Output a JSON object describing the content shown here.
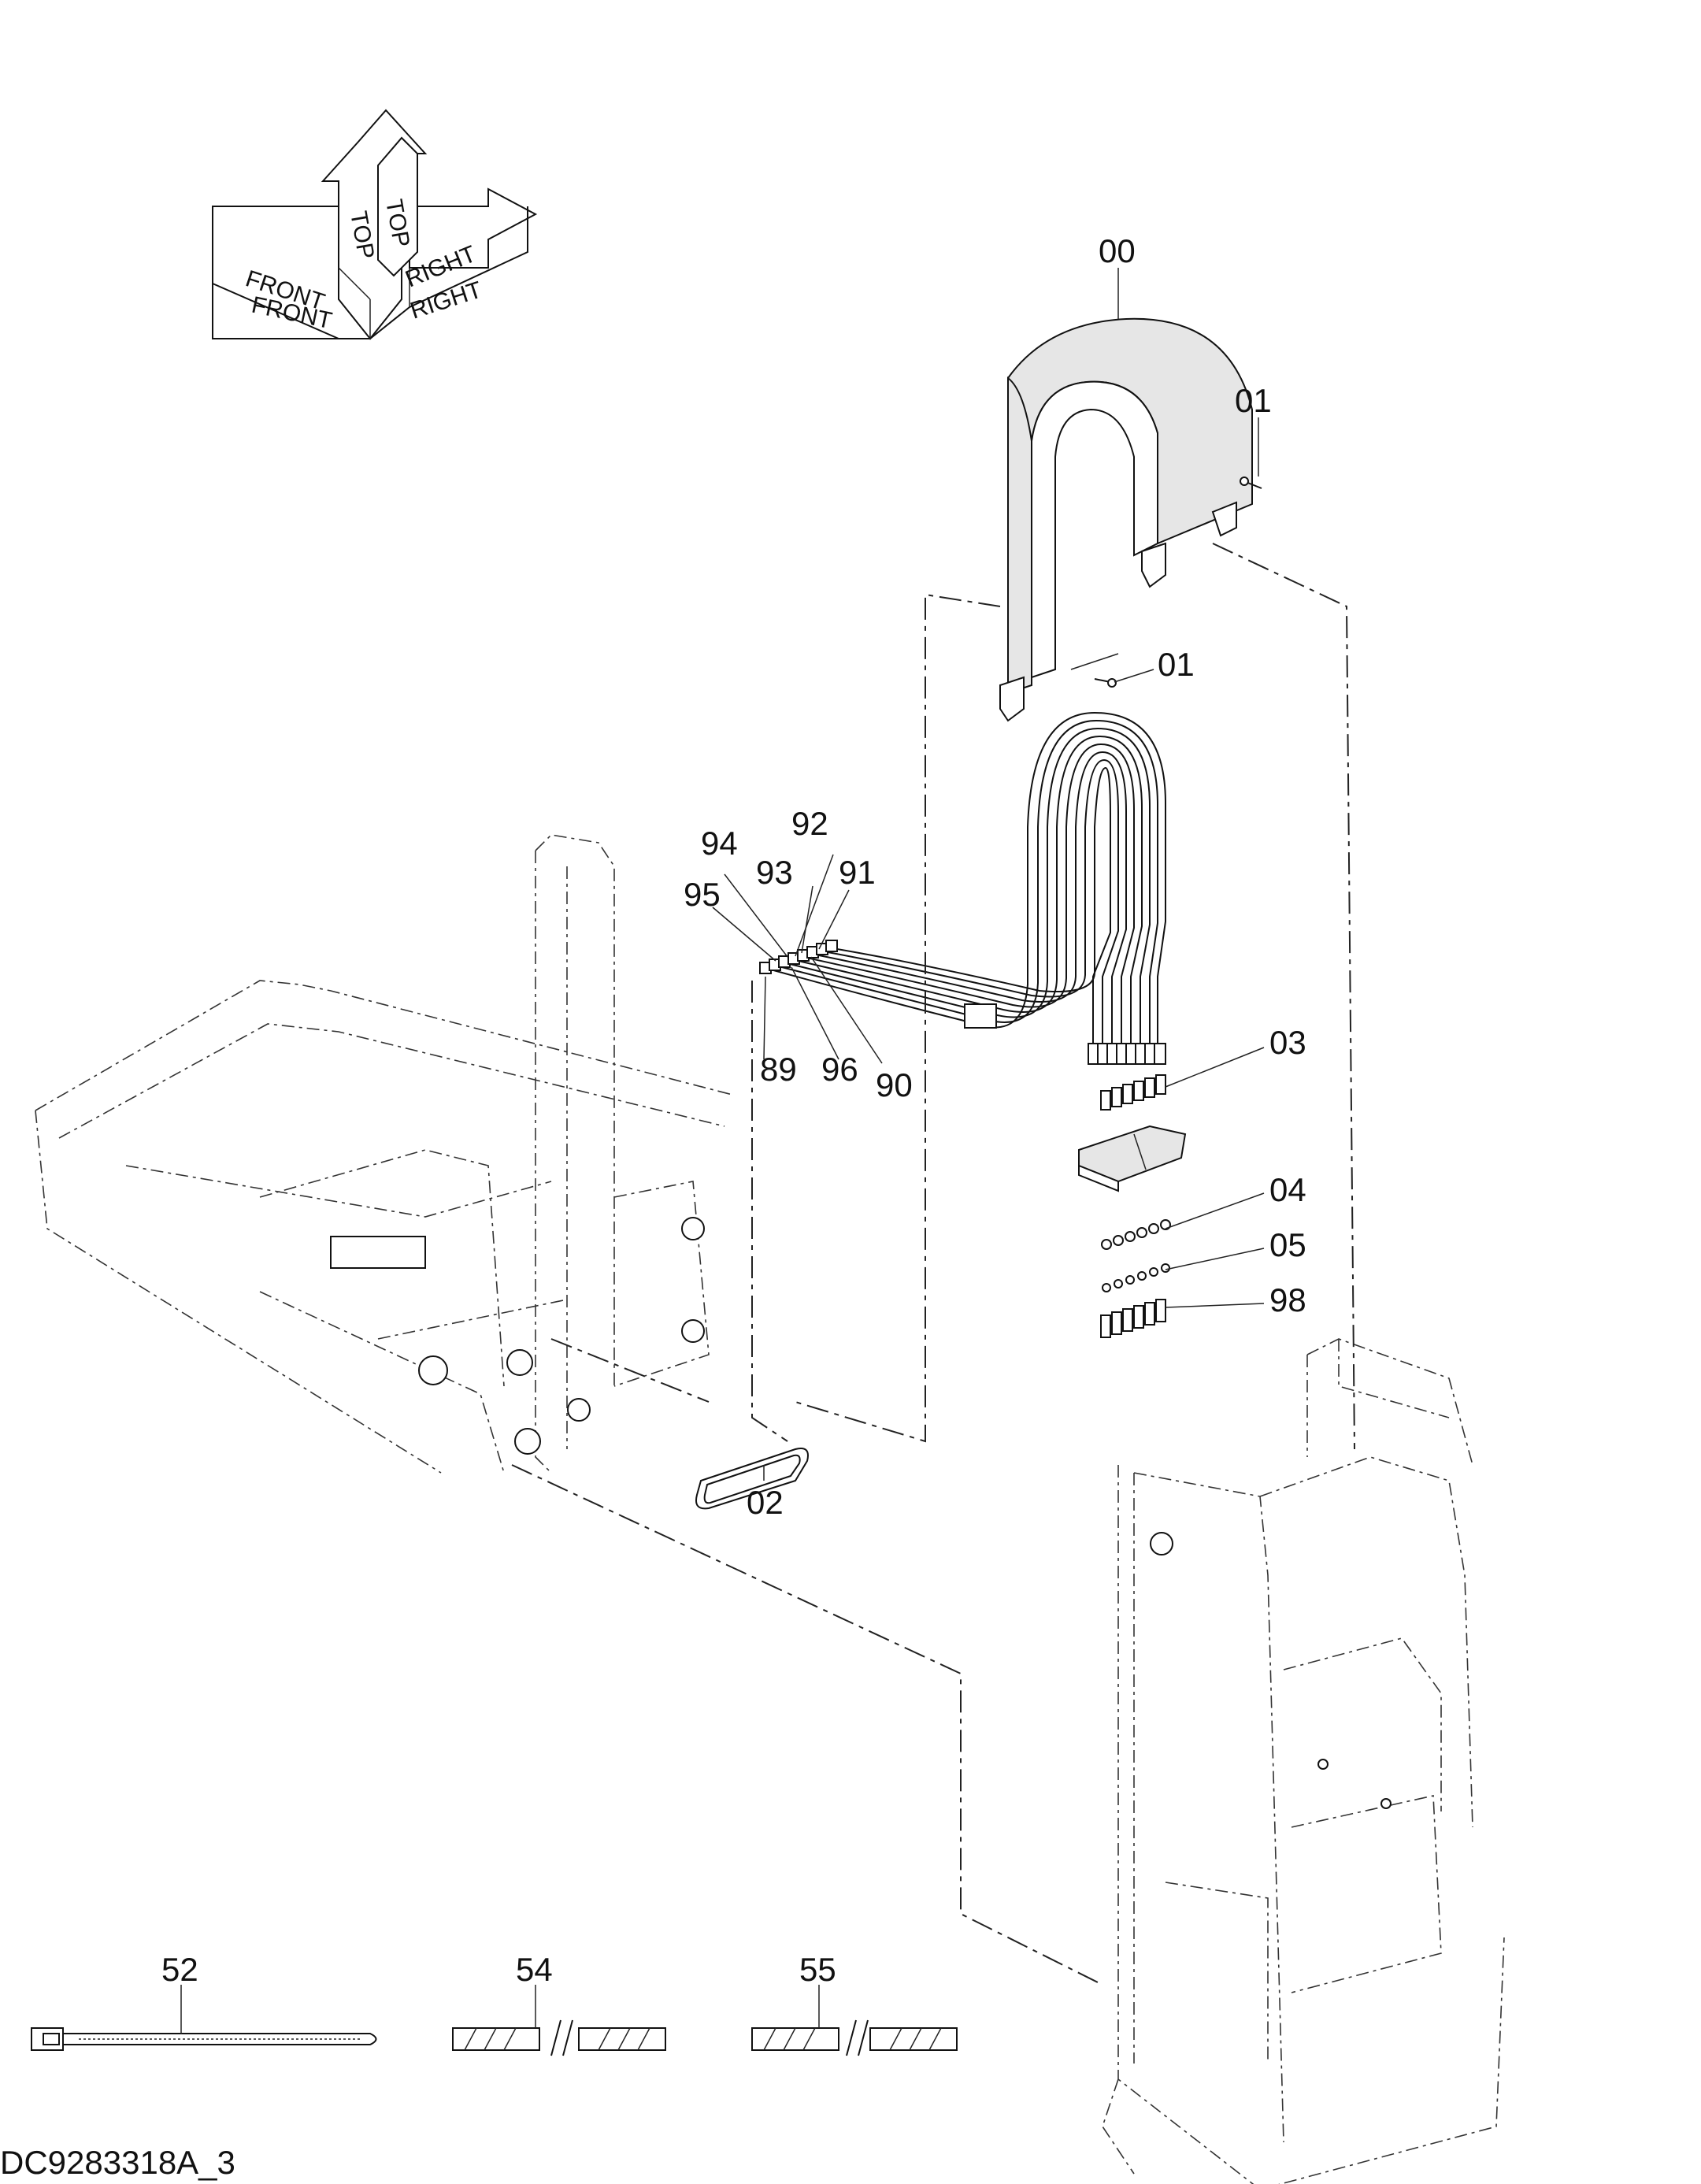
{
  "drawing_code": "DC9283318A_3",
  "orientation": {
    "front": "FRONT",
    "top": "TOP",
    "right": "RIGHT"
  },
  "callouts": {
    "c00": "00",
    "c01a": "01",
    "c01b": "01",
    "c02": "02",
    "c03": "03",
    "c04": "04",
    "c05": "05",
    "c98": "98",
    "c89": "89",
    "c90": "90",
    "c91": "91",
    "c92": "92",
    "c93": "93",
    "c94": "94",
    "c95": "95",
    "c96": "96",
    "c52": "52",
    "c54": "54",
    "c55": "55"
  }
}
